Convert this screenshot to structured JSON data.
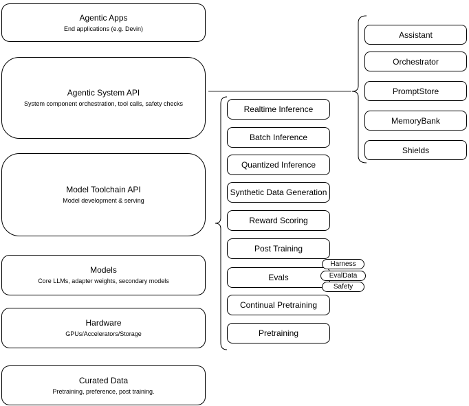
{
  "layers": [
    {
      "title": "Agentic Apps",
      "subtitle": "End applications (e.g. Devin)"
    },
    {
      "title": "Agentic System API",
      "subtitle": "System component orchestration, tool calls, safety checks"
    },
    {
      "title": "Model Toolchain API",
      "subtitle": "Model development & serving"
    },
    {
      "title": "Models",
      "subtitle": "Core LLMs, adapter weights, secondary models"
    },
    {
      "title": "Hardware",
      "subtitle": "GPUs/Accelerators/Storage"
    },
    {
      "title": "Curated Data",
      "subtitle": "Pretraining, preference, post training."
    }
  ],
  "toolchain_components": [
    "Realtime Inference",
    "Batch Inference",
    "Quantized Inference",
    "Synthetic Data Generation",
    "Reward Scoring",
    "Post Training",
    "Evals",
    "Continual Pretraining",
    "Pretraining"
  ],
  "eval_tags": [
    "Harness",
    "EvalData",
    "Safety"
  ],
  "system_components": [
    "Assistant",
    "Orchestrator",
    "PromptStore",
    "MemoryBank",
    "Shields"
  ],
  "colors": {
    "background": "#ffffff",
    "node_fill": "#ffffff",
    "node_border": "#000000",
    "text": "#000000",
    "connector": "#757575",
    "brace": "#000000"
  }
}
